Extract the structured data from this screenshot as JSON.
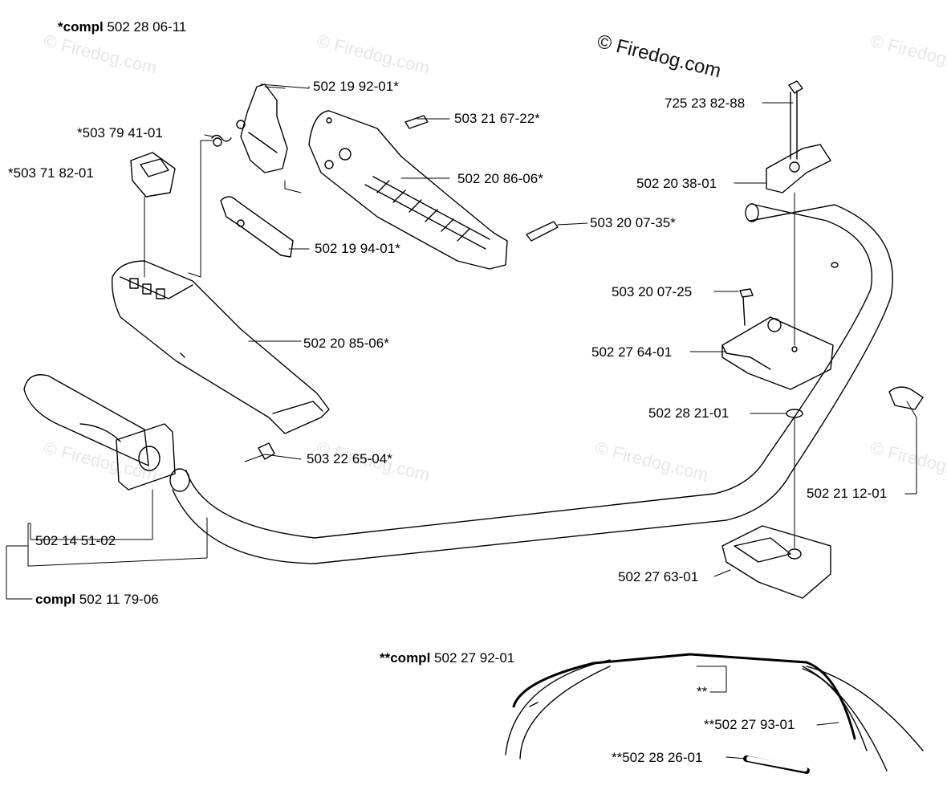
{
  "watermark": {
    "main": "© Firedog.com",
    "faint": "© Firedog.com"
  },
  "labels": {
    "compl_top_prefix": "*compl",
    "compl_top_number": "502 28 06-11",
    "p_50219921": "502 19 92-01*",
    "p_50321672": "503 21 67-22*",
    "p_50379411": "*503 79 41-01",
    "p_50371821": "*503 71 82-01",
    "p_50220866": "502 20 86-06*",
    "p_50320073": "503 20 07-35*",
    "p_50219941": "502 19 94-01*",
    "p_50220856": "502 20 85-06*",
    "p_50322654": "503 22 65-04*",
    "p_50214512": "502 14 51-02",
    "compl_mid_prefix": "compl",
    "compl_mid_number": "502 11 79-06",
    "p_72523828": "725 23 82-88",
    "p_50220381": "502 20 38-01",
    "p_50320072": "503 20 07-25",
    "p_50227641": "502 27 64-01",
    "p_50228211": "502 28 21-01",
    "p_50221121": "502 21 12-01",
    "p_50227631": "502 27 63-01",
    "compl_bot_prefix": "**compl",
    "compl_bot_number": "502 27 92-01",
    "p_doublestar": "**",
    "p_50227931": "**502 27 93-01",
    "p_50228261": "**502 28 26-01"
  }
}
